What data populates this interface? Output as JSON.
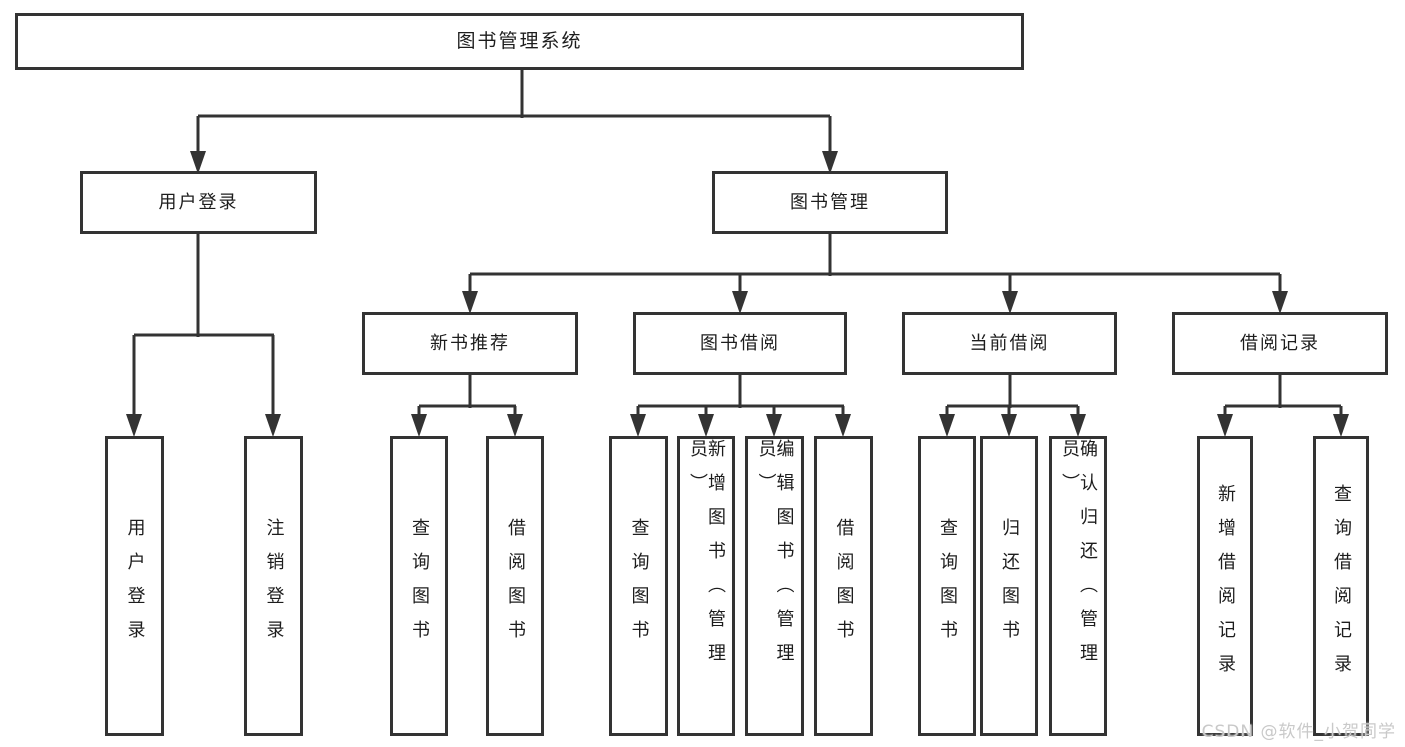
{
  "colors": {
    "line": "#333333",
    "text": "#1d1d1d",
    "watermark": "#c9c9c9"
  },
  "nodes": {
    "root": "图书管理系统",
    "level2": {
      "user_login": "用户登录",
      "book_management": "图书管理"
    },
    "level3": {
      "new_book_recommend": "新书推荐",
      "book_borrowing": "图书借阅",
      "current_borrowing": "当前借阅",
      "borrowing_records": "借阅记录"
    },
    "leaves": {
      "user_login": "用户登录",
      "logout": "注销登录",
      "recommend_query_book": "查询图书",
      "recommend_borrow_book": "借阅图书",
      "borrowing_query_book": "查询图书",
      "borrowing_add_book_admin": "新增图书（管理员）",
      "borrowing_edit_book_admin": "编辑图书（管理员）",
      "borrowing_borrow_book": "借阅图书",
      "current_query_book": "查询图书",
      "current_return_book": "归还图书",
      "current_confirm_return_admin": "确认归还（管理员）",
      "records_add_record": "新增借阅记录",
      "records_query_record": "查询借阅记录"
    }
  },
  "watermark": "CSDN @软件_小贺同学"
}
